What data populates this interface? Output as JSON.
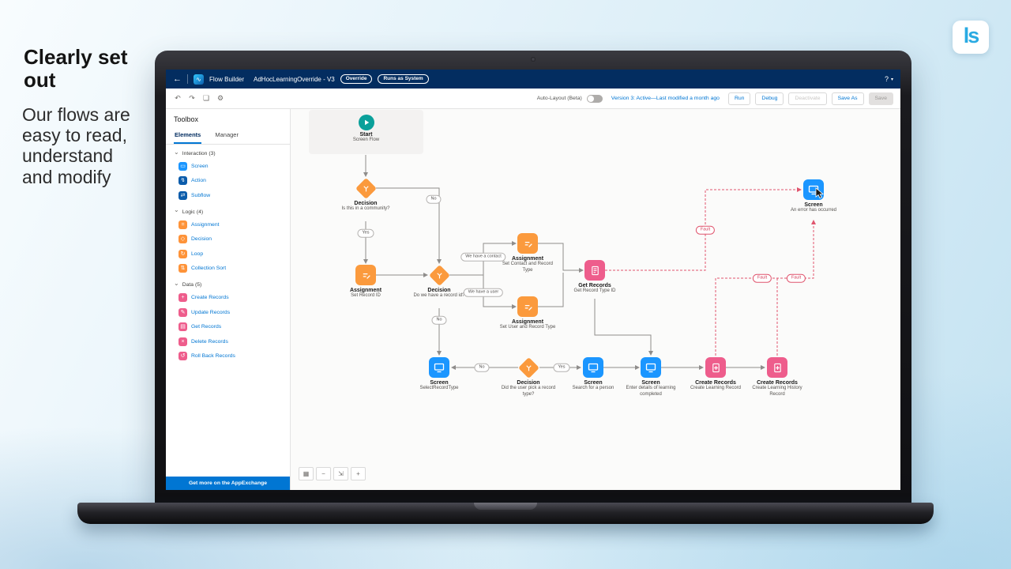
{
  "slide": {
    "heading": "Clearly set\nout",
    "body": "Our flows are\neasy to read,\nunderstand\nand modify",
    "logo": "ls"
  },
  "colors": {
    "accent_blue": "#0176d3",
    "navbar_navy": "#032d60",
    "interaction_blue": "#1b96ff",
    "logic_orange": "#fb9a3d",
    "data_pink": "#ee5d8c",
    "start_teal": "#0aa09a",
    "fault_red": "#e0556e"
  },
  "app": {
    "navbar": {
      "back_icon": "←",
      "brand_icon": "∿",
      "brand": "Flow Builder",
      "flow_name": "AdHocLearningOverride - V3",
      "badge_override": "Override",
      "badge_runs": "Runs as System",
      "help": "?",
      "caret": "▾"
    },
    "toolbar": {
      "undo_icon": "↶",
      "redo_icon": "↷",
      "copy_icon": "❏",
      "settings_icon": "⚙",
      "auto_layout_label": "Auto-Layout (Beta)",
      "version_text": "Version 3: Active—Last modified a month ago",
      "run": "Run",
      "debug": "Debug",
      "deactivate": "Deactivate",
      "save_as": "Save As",
      "save": "Save"
    },
    "sidebar": {
      "title": "Toolbox",
      "tabs": {
        "elements": "Elements",
        "manager": "Manager"
      },
      "chevron": "⌄",
      "sections": [
        {
          "label": "Interaction (3)",
          "items": [
            {
              "label": "Screen",
              "glyph": "▭"
            },
            {
              "label": "Action",
              "glyph": "↯"
            },
            {
              "label": "Subflow",
              "glyph": "⇄"
            }
          ]
        },
        {
          "label": "Logic (4)",
          "items": [
            {
              "label": "Assignment",
              "glyph": "="
            },
            {
              "label": "Decision",
              "glyph": "◇"
            },
            {
              "label": "Loop",
              "glyph": "↻"
            },
            {
              "label": "Collection Sort",
              "glyph": "⇅"
            }
          ]
        },
        {
          "label": "Data (5)",
          "items": [
            {
              "label": "Create Records",
              "glyph": "+"
            },
            {
              "label": "Update Records",
              "glyph": "✎"
            },
            {
              "label": "Get Records",
              "glyph": "▤"
            },
            {
              "label": "Delete Records",
              "glyph": "×"
            },
            {
              "label": "Roll Back Records",
              "glyph": "↺"
            }
          ]
        }
      ],
      "footer": "Get more on the AppExchange"
    },
    "canvas": {
      "nodes": [
        {
          "title": "Start",
          "subtitle": "Screen Flow"
        },
        {
          "title": "Decision",
          "subtitle": "Is this in a community?"
        },
        {
          "title": "Assignment",
          "subtitle": "Set Record ID"
        },
        {
          "title": "Decision",
          "subtitle": "Do we have a record id?"
        },
        {
          "title": "Assignment",
          "subtitle": "Set Contact and Record Type"
        },
        {
          "title": "Assignment",
          "subtitle": "Set User and Record Type"
        },
        {
          "title": "Get Records",
          "subtitle": "Get Record Type ID"
        },
        {
          "title": "Screen",
          "subtitle": "SelectRecordType"
        },
        {
          "title": "Decision",
          "subtitle": "Did the user pick a record type?"
        },
        {
          "title": "Screen",
          "subtitle": "Search for a person"
        },
        {
          "title": "Screen",
          "subtitle": "Enter details of learning completed"
        },
        {
          "title": "Create Records",
          "subtitle": "Create Learning Record"
        },
        {
          "title": "Create Records",
          "subtitle": "Create Learning History Record"
        },
        {
          "title": "Screen",
          "subtitle": "An error has occurred"
        }
      ],
      "labels": [
        {
          "text": "No"
        },
        {
          "text": "Yes"
        },
        {
          "text": "We have a contact"
        },
        {
          "text": "We have a user"
        },
        {
          "text": "No"
        },
        {
          "text": "No"
        },
        {
          "text": "Yes"
        },
        {
          "text": "Fault"
        },
        {
          "text": "Fault"
        },
        {
          "text": "Fault"
        }
      ],
      "controls": [
        {
          "glyph": "▦"
        },
        {
          "glyph": "−"
        },
        {
          "glyph": "⇲"
        },
        {
          "glyph": "+"
        }
      ]
    }
  }
}
